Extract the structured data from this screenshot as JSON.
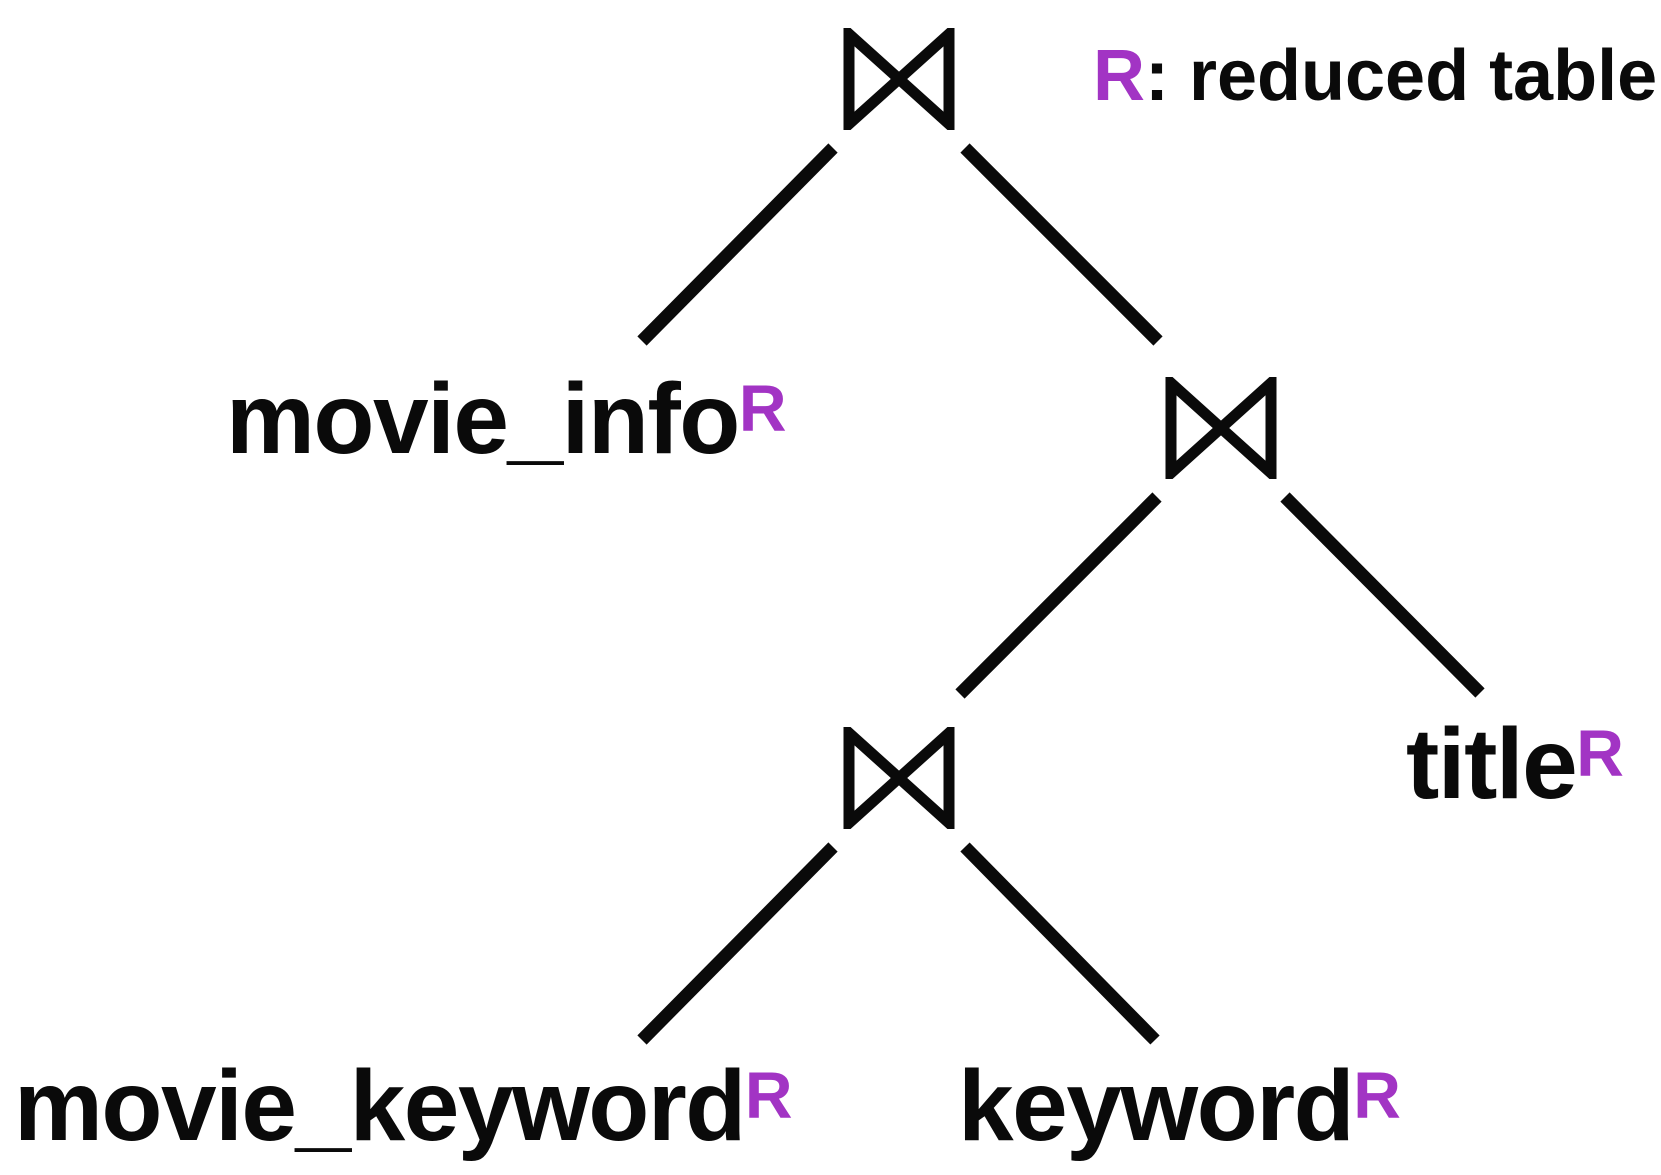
{
  "diagram": {
    "type": "query-join-tree",
    "background_color": "#ffffff",
    "colors": {
      "ink": "#0a0a0a",
      "reduced_marker": "#A234C4"
    },
    "join_operator": {
      "name": "natural-join",
      "symbol": "⋈"
    },
    "legend": {
      "marker": "R",
      "text": ": reduced table"
    },
    "leaves": {
      "movie_info": {
        "name": "movie_info",
        "marker": "R"
      },
      "title": {
        "name": "title",
        "marker": "R"
      },
      "movie_keyword": {
        "name": "movie_keyword",
        "marker": "R"
      },
      "keyword": {
        "name": "keyword",
        "marker": "R"
      }
    }
  }
}
